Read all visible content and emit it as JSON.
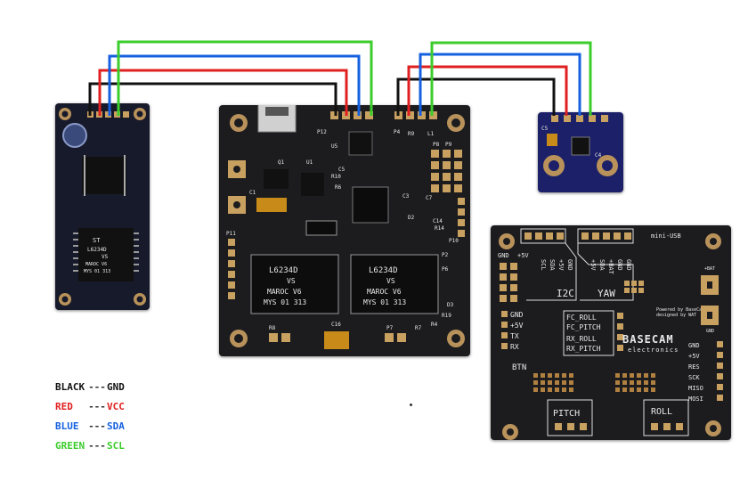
{
  "wire_colors": {
    "black": "#111111",
    "red": "#e02020",
    "blue": "#1560e0",
    "green": "#3ccc2c"
  },
  "legend": [
    {
      "color_name": "BLACK",
      "signal": "GND",
      "color": "#111111"
    },
    {
      "color_name": "RED",
      "signal": "VCC",
      "color": "#e02020"
    },
    {
      "color_name": "BLUE",
      "signal": "SDA",
      "color": "#1560e0"
    },
    {
      "color_name": "GREEN",
      "signal": "SCL",
      "color": "#3ccc2c"
    }
  ],
  "left_board": {
    "chips": [
      "ST"
    ],
    "ic_text": [
      "L6234D",
      "VS",
      "MAROC V6",
      "MYS 01 313"
    ]
  },
  "controller": {
    "labels": [
      "P12",
      "P4",
      "R9",
      "L1",
      "P8",
      "P9",
      "P10",
      "U5",
      "U1",
      "Q1",
      "C1",
      "C3",
      "C7",
      "R10",
      "R14",
      "C14",
      "C5",
      "R6",
      "P2",
      "P6",
      "D2",
      "P11",
      "R8",
      "P7",
      "R4",
      "D3",
      "R19",
      "C16",
      "R7"
    ],
    "driver_text": [
      "L6234D",
      "VS",
      "MAROC V6",
      "MYS 01 313"
    ]
  },
  "sensor_board": {
    "labels": [
      "C5",
      "C4"
    ]
  },
  "basecam": {
    "title_line1": "BASECAM",
    "title_line2": "electronics",
    "powered_line1": "Powered by BaseCam",
    "powered_line2": "designed by WAT",
    "mini_usb": "mini-USB",
    "gnd_top": "GND",
    "plus5v_top": "+5V",
    "i2c_pins": [
      "SCL",
      "SDA",
      "+5V",
      "GND"
    ],
    "yaw_pins": [
      "+5V",
      "SDA",
      "+BAT",
      "GND",
      "GND"
    ],
    "i2c_label": "I2C",
    "yaw_label": "YAW",
    "left_pins": [
      "GND",
      "+5V",
      "TX",
      "RX"
    ],
    "fc_pins": [
      "FC_ROLL",
      "FC_PITCH",
      "RX_ROLL",
      "RX_PITCH"
    ],
    "right_pins": [
      "GND",
      "+5V",
      "RES",
      "SCK",
      "MISO",
      "MOSI"
    ],
    "bat_plus": "+BAT",
    "bat_gnd": "GND",
    "btn": "BTN",
    "pitch": "PITCH",
    "roll": "ROLL"
  }
}
